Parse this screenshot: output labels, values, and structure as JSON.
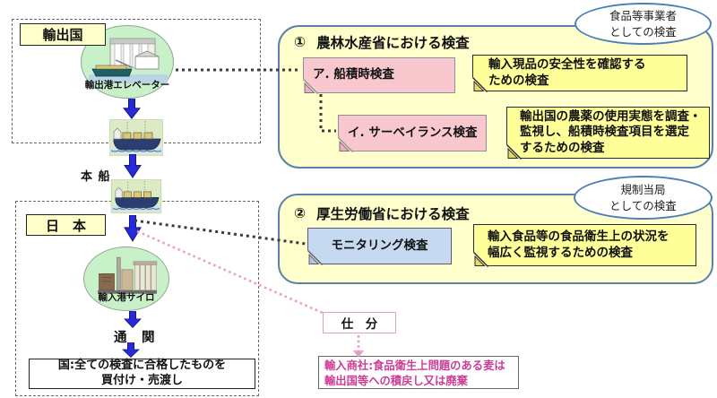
{
  "left_flow": {
    "export_country_label": "輸出国",
    "export_elevator_caption": "輸出港エレベーター",
    "vessel_label": "本 船",
    "japan_label": "日　本",
    "import_silo_caption": "輸入港サイロ",
    "customs_label": "通　関",
    "purchase_box": "国:全ての検査に合格したものを\n買付け・売渡し"
  },
  "maff_section": {
    "number": "①",
    "title": "農林水産省における検査",
    "badge": "食品等事業者\nとしての検査",
    "inspection_a": {
      "label": "ア. 船積時検査",
      "description": "輸入現品の安全性を確認する\nための検査"
    },
    "inspection_b": {
      "label": "イ. サーベイランス検査",
      "description": "輸出国の農薬の使用実態を調査・\n監視し、船積時検査項目を選定\nするための検査"
    }
  },
  "mhlw_section": {
    "number": "②",
    "title": "厚生労働省における検査",
    "badge": "規制当局\nとしての検査",
    "monitoring": {
      "label": "モニタリング検査",
      "description": "輸入食品等の食品衛生上の状況を\n幅広く監視するための検査"
    }
  },
  "sorting": {
    "label": "仕　分",
    "result": "輸入商社:食品衛生上問題のある麦は\n輸出国等への積戻し又は廃棄"
  },
  "colors": {
    "section_box_fill": "#ffffcc",
    "section_box_border": "#5a81ad",
    "note_pink_fill": "#f9c8ce",
    "note_yellow_fill": "#ffff99",
    "note_blue_fill": "#c5d9f0",
    "flow_arrow_blue": "#2829d8",
    "connector_black": "#3c3c3c",
    "connector_pink": "#ee9cc8",
    "result_text_pink": "#cc3d96",
    "ellipse_green": "#c9f1c9"
  }
}
